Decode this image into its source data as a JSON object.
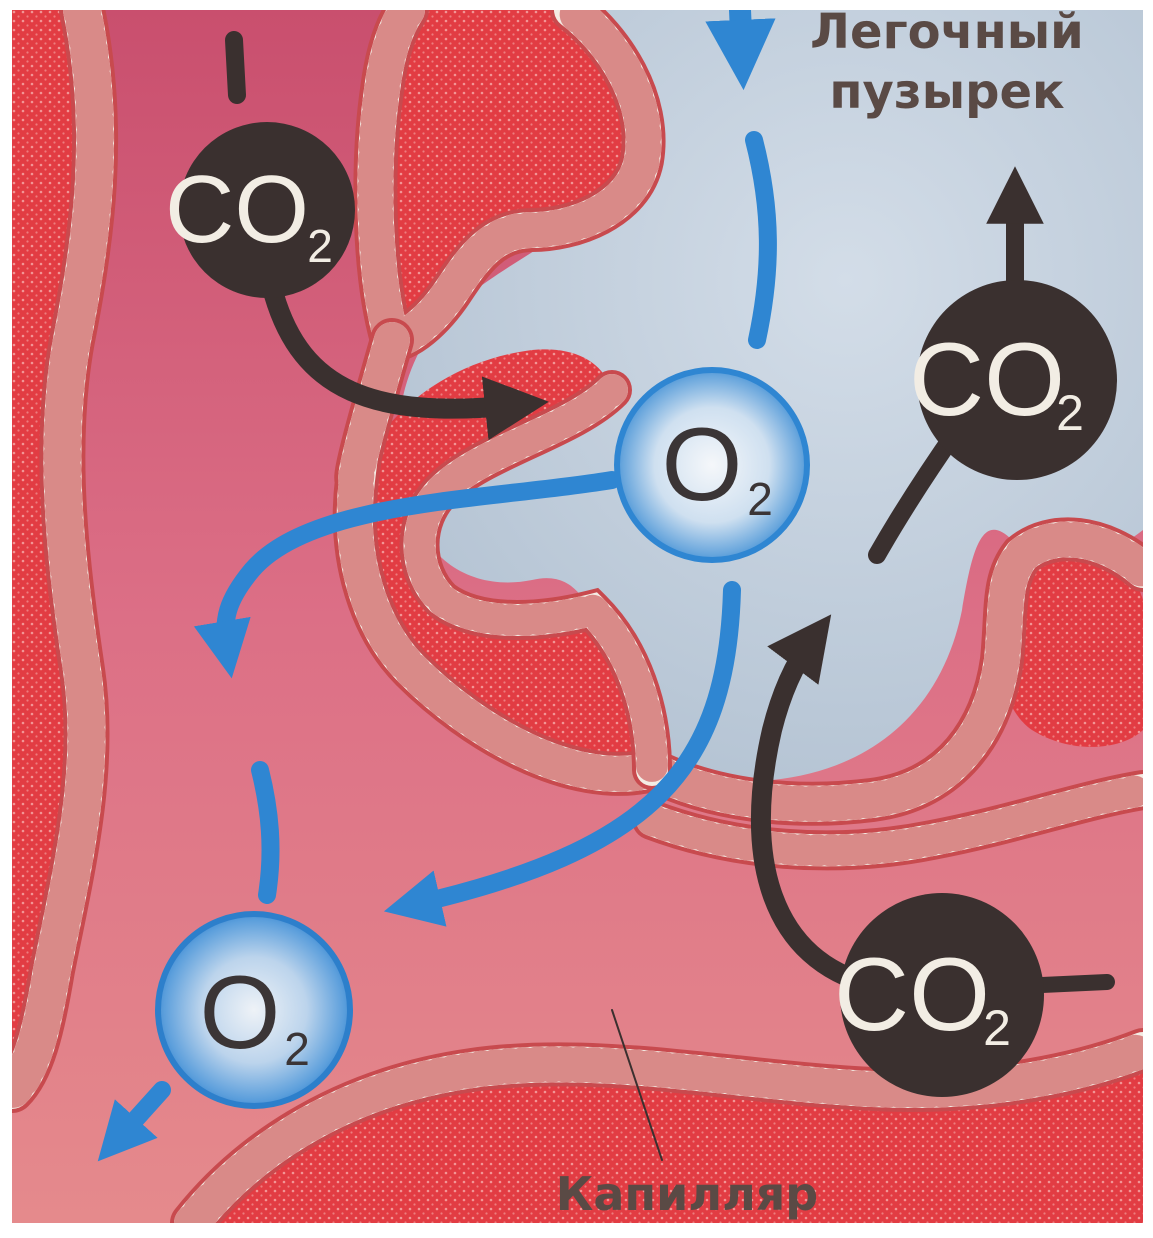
{
  "labels": {
    "alveolus_line1": "Легочный",
    "alveolus_line2": "пузырек",
    "capillary": "Капилляр"
  },
  "molecules": [
    {
      "id": "co2-top-left",
      "kind": "co2",
      "main": "CO",
      "sub": "2"
    },
    {
      "id": "o2-center",
      "kind": "o2",
      "main": "O",
      "sub": "2"
    },
    {
      "id": "co2-right",
      "kind": "co2",
      "main": "CO",
      "sub": "2"
    },
    {
      "id": "o2-bottom-left",
      "kind": "o2",
      "main": "O",
      "sub": "2"
    },
    {
      "id": "co2-bottom-right",
      "kind": "co2",
      "main": "CO",
      "sub": "2"
    }
  ],
  "colors": {
    "blood_dark": "#e23c43",
    "blood_light": "#d9637a",
    "blood_pink": "#e07f93",
    "alveolus_air": "#c3cfdc",
    "membrane_cells": "#f4ece4",
    "membrane_outline": "#c84a4e",
    "o2_blue": "#2f86d2",
    "co2_dark": "#3a302f",
    "label_text": "#5a4a45"
  }
}
